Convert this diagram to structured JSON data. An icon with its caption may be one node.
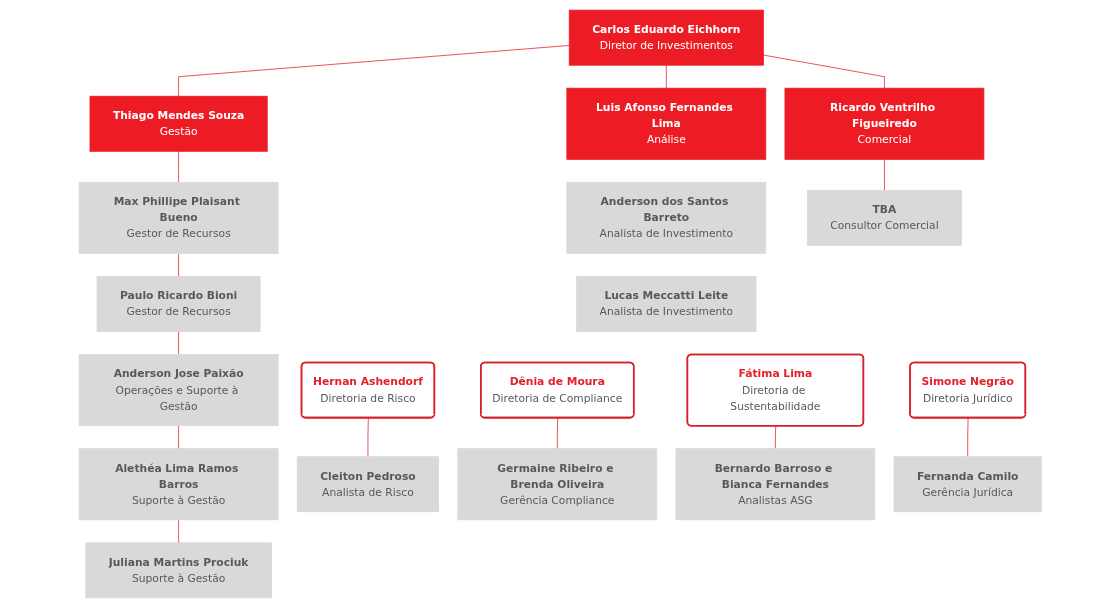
{
  "diagram": {
    "nodes": [
      {
        "text": [
          "Carlos Eduardo Eichhorn",
          "Diretor de Investimentos"
        ]
      },
      {
        "text": [
          "Thiago Mendes Souza",
          "Gestão"
        ]
      },
      {
        "text": [
          "Luis Afonso Fernandes Lima",
          "Análise"
        ]
      },
      {
        "text": [
          "Ricardo Ventrilho Figueiredo",
          "Comercial"
        ]
      },
      {
        "text": [
          "Max Phillipe Plaisant Bueno",
          "Gestor de Recursos"
        ]
      },
      {
        "text": [
          "Paulo Ricardo Bioni",
          "Gestor de Recursos"
        ]
      },
      {
        "text": [
          "Anderson Jose Paixão",
          "Operações e Suporte à Gestão"
        ]
      },
      {
        "text": [
          "Alethéa Lima Ramos Barros",
          "Suporte à Gestão"
        ]
      },
      {
        "text": [
          "Juliana Martins Prociuk",
          "Suporte à Gestão"
        ]
      },
      {
        "text": [
          "Anderson dos Santos Barreto",
          "Analista de Investimento"
        ]
      },
      {
        "text": [
          "Lucas Meccatti Leite",
          "Analista de Investimento"
        ]
      },
      {
        "text": [
          "TBA",
          "Consultor Comercial"
        ]
      },
      {
        "text": [
          "Hernan Ashendorf",
          "Diretoria de Risco"
        ]
      },
      {
        "text": [
          "Dênia de Moura",
          "Diretoria de Compliance"
        ]
      },
      {
        "text": [
          "Fátima Lima",
          "Diretoria de Sustentabilidade"
        ]
      },
      {
        "text": [
          "Simone Negrão",
          "Diretoria Jurídico"
        ]
      },
      {
        "text": [
          "Cleiton Pedroso",
          "Analista de Risco"
        ]
      },
      {
        "text": [
          "Germaine Ribeiro e Brenda Oliveira",
          "Gerência Compliance"
        ]
      },
      {
        "text": [
          "Bernardo Barroso e Bianca Fernandes",
          "Analistas ASG"
        ]
      },
      {
        "text": [
          "Fernanda Camilo",
          "Gerência Jurídica"
        ]
      }
    ],
    "edges": [
      {
        "from": 0,
        "to": 1,
        "arrow": "none"
      },
      {
        "from": 0,
        "to": 2,
        "arrow": "none"
      },
      {
        "from": 0,
        "to": 3,
        "arrow": "none"
      },
      {
        "from": 1,
        "to": 4,
        "arrow": "none"
      },
      {
        "from": 4,
        "to": 5,
        "arrow": "none"
      },
      {
        "from": 5,
        "to": 6,
        "arrow": "none"
      },
      {
        "from": 6,
        "to": 7,
        "arrow": "none"
      },
      {
        "from": 7,
        "to": 8,
        "arrow": "none"
      },
      {
        "from": 3,
        "to": 11,
        "arrow": "none"
      },
      {
        "from": 12,
        "to": 16,
        "arrow": "none"
      },
      {
        "from": 13,
        "to": 17,
        "arrow": "none"
      },
      {
        "from": 14,
        "to": 18,
        "arrow": "none"
      },
      {
        "from": 15,
        "to": 19,
        "arrow": "none"
      }
    ]
  }
}
